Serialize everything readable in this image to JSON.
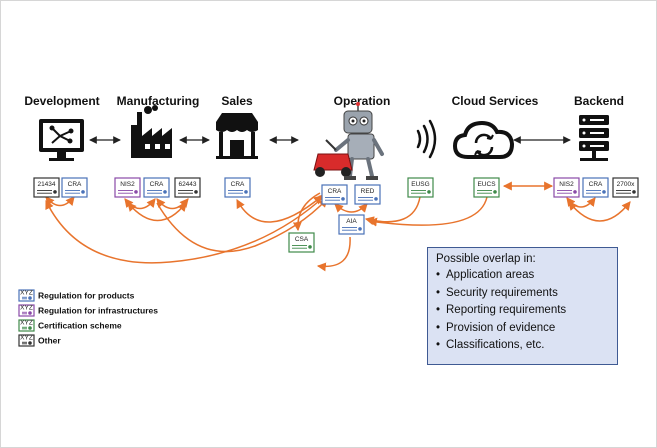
{
  "stages": [
    {
      "label": "Development",
      "icon": "monitor-icon"
    },
    {
      "label": "Manufacturing",
      "icon": "factory-icon"
    },
    {
      "label": "Sales",
      "icon": "shop-icon"
    },
    {
      "label": "Operation",
      "icon": "robot-mower-icon"
    },
    {
      "label": "Cloud Services",
      "icon": "cloud-sync-icon"
    },
    {
      "label": "Backend",
      "icon": "server-icon"
    }
  ],
  "badges": [
    {
      "text": "21434",
      "kind": "other"
    },
    {
      "text": "CRA",
      "kind": "product"
    },
    {
      "text": "NIS2",
      "kind": "infrastructure"
    },
    {
      "text": "CRA",
      "kind": "product"
    },
    {
      "text": "62443",
      "kind": "other"
    },
    {
      "text": "CRA",
      "kind": "product"
    },
    {
      "text": "CRA",
      "kind": "product"
    },
    {
      "text": "RED",
      "kind": "product"
    },
    {
      "text": "AIA",
      "kind": "product"
    },
    {
      "text": "CSA",
      "kind": "certification"
    },
    {
      "text": "EUSG",
      "kind": "certification"
    },
    {
      "text": "EUCS",
      "kind": "certification"
    },
    {
      "text": "NIS2",
      "kind": "infrastructure"
    },
    {
      "text": "CRA",
      "kind": "product"
    },
    {
      "text": "2700x",
      "kind": "other"
    }
  ],
  "legend": [
    {
      "label": "Regulation for products",
      "kind": "product"
    },
    {
      "label": "Regulation for infrastructures",
      "kind": "infrastructure"
    },
    {
      "label": "Certification scheme",
      "kind": "certification"
    },
    {
      "label": "Other",
      "kind": "other"
    }
  ],
  "legend_badge_text": "XYZ",
  "overlap": {
    "title": "Possible overlap in:",
    "items": [
      "Application areas",
      "Security requirements",
      "Reporting requirements",
      "Provision of evidence",
      "Classifications, etc."
    ]
  },
  "colors": {
    "product": "#4a72b8",
    "infrastructure": "#8a4aa8",
    "certification": "#3f8a4a",
    "other": "#333333",
    "arrow_orange": "#e8742d",
    "overlap_fill": "#dbe2f3",
    "overlap_border": "#3f5a93"
  }
}
